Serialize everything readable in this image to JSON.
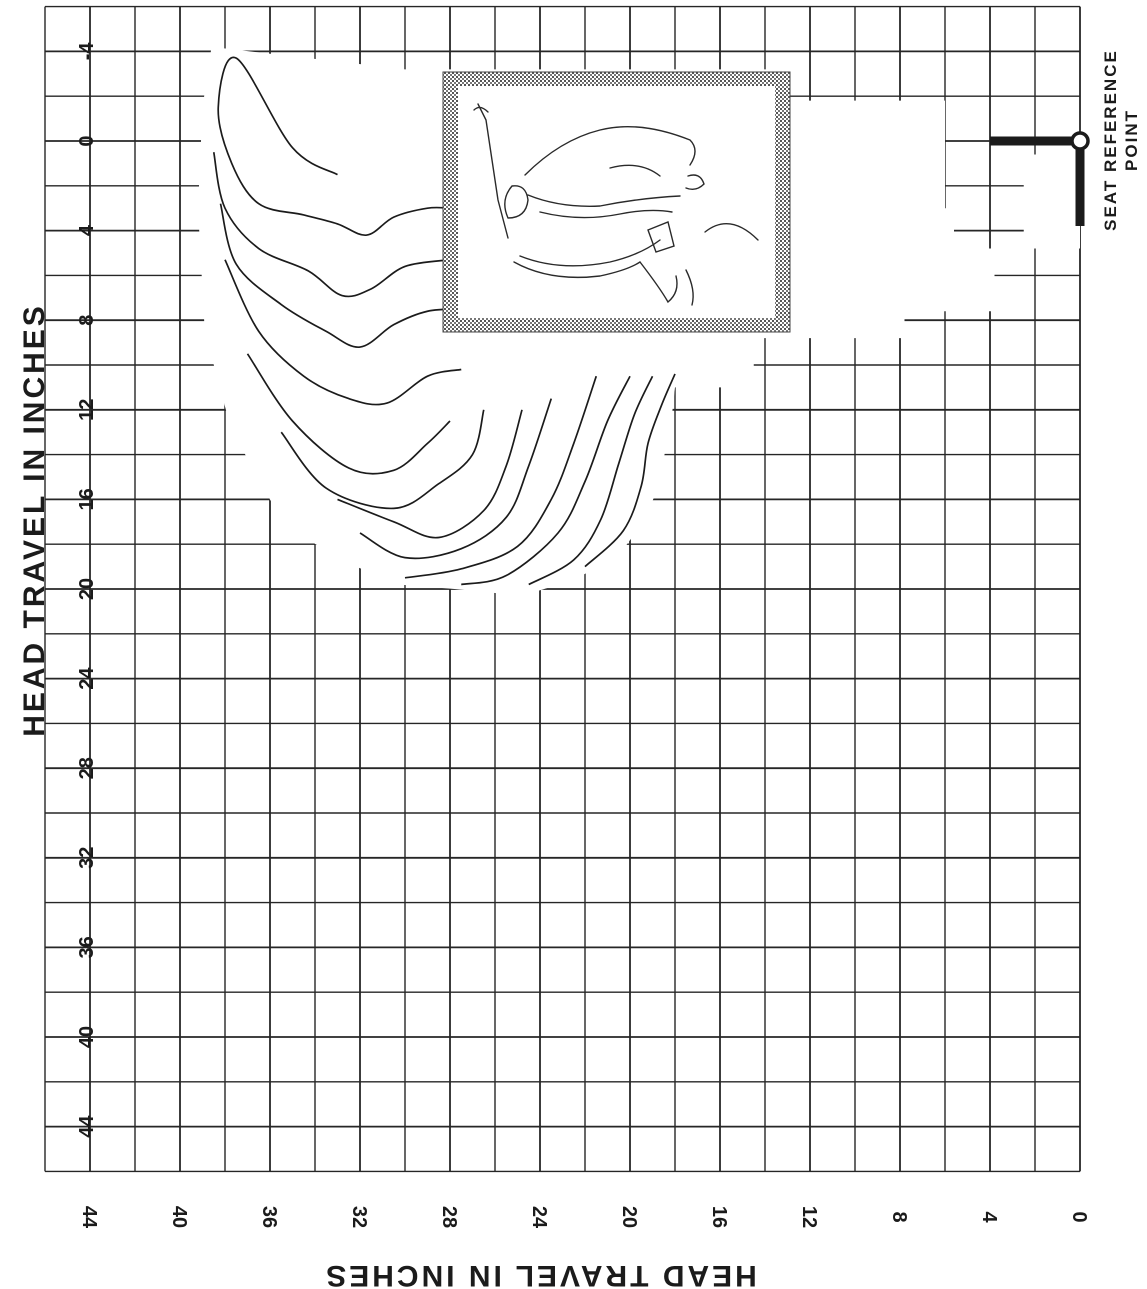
{
  "chart_data": {
    "type": "line",
    "title": "",
    "xlabel": "HEAD TRAVEL IN INCHES",
    "ylabel": "HEAD TRAVEL IN INCHES",
    "x_ticks": [
      "44",
      "40",
      "36",
      "32",
      "28",
      "24",
      "20",
      "16",
      "12",
      "8",
      "4",
      "0"
    ],
    "y_ticks": [
      "-4",
      "0",
      "4",
      "8",
      "12",
      "16",
      "20",
      "24",
      "28",
      "32",
      "36",
      "40",
      "44"
    ],
    "xlim": [
      46,
      0
    ],
    "ylim": [
      -6,
      46
    ],
    "grid": true,
    "reference_label": [
      "SEAT REFERENCE",
      "POINT"
    ],
    "reference_point": [
      0,
      0
    ],
    "series": [
      {
        "values": [
          [
            33.0,
            1.5
          ],
          [
            35.0,
            0.3
          ],
          [
            37.5,
            -3.7
          ],
          [
            38.3,
            -1.5
          ],
          [
            37.7,
            1.0
          ],
          [
            36.5,
            2.8
          ],
          [
            34.5,
            3.3
          ],
          [
            33.0,
            3.7
          ],
          [
            31.7,
            4.2
          ],
          [
            30.5,
            3.4
          ],
          [
            29.0,
            3.0
          ],
          [
            28.0,
            3.0
          ]
        ]
      },
      {
        "values": [
          [
            38.5,
            0.5
          ],
          [
            38.0,
            3.0
          ],
          [
            36.5,
            4.8
          ],
          [
            34.3,
            5.8
          ],
          [
            32.8,
            6.9
          ],
          [
            31.5,
            6.6
          ],
          [
            30.0,
            5.6
          ],
          [
            28.0,
            5.3
          ]
        ]
      },
      {
        "values": [
          [
            38.2,
            2.8
          ],
          [
            37.5,
            5.5
          ],
          [
            35.5,
            7.3
          ],
          [
            33.5,
            8.5
          ],
          [
            32.0,
            9.2
          ],
          [
            30.5,
            8.2
          ],
          [
            29.0,
            7.6
          ],
          [
            27.5,
            7.5
          ]
        ]
      },
      {
        "values": [
          [
            38.0,
            5.3
          ],
          [
            36.5,
            8.5
          ],
          [
            34.5,
            10.5
          ],
          [
            32.5,
            11.5
          ],
          [
            30.8,
            11.7
          ],
          [
            29.0,
            10.5
          ],
          [
            27.5,
            10.2
          ]
        ]
      },
      {
        "values": [
          [
            37.0,
            9.5
          ],
          [
            35.0,
            12.5
          ],
          [
            32.5,
            14.6
          ],
          [
            30.5,
            14.7
          ],
          [
            29.0,
            13.5
          ],
          [
            28.0,
            12.5
          ]
        ]
      },
      {
        "values": [
          [
            35.5,
            13.0
          ],
          [
            33.5,
            15.5
          ],
          [
            30.5,
            16.4
          ],
          [
            28.5,
            15.3
          ],
          [
            27.0,
            14.0
          ],
          [
            26.5,
            12.0
          ]
        ]
      },
      {
        "values": [
          [
            33.0,
            16.0
          ],
          [
            30.5,
            17.0
          ],
          [
            28.5,
            17.7
          ],
          [
            26.5,
            16.5
          ],
          [
            25.5,
            14.5
          ],
          [
            24.8,
            12.0
          ]
        ]
      },
      {
        "values": [
          [
            32.0,
            17.5
          ],
          [
            30.0,
            18.6
          ],
          [
            27.5,
            18.2
          ],
          [
            25.5,
            16.8
          ],
          [
            24.5,
            14.5
          ],
          [
            23.5,
            11.5
          ]
        ]
      },
      {
        "values": [
          [
            30.0,
            19.5
          ],
          [
            27.5,
            19.1
          ],
          [
            25.0,
            18.1
          ],
          [
            23.5,
            16.0
          ],
          [
            22.5,
            13.5
          ],
          [
            21.5,
            10.5
          ]
        ]
      },
      {
        "values": [
          [
            27.5,
            19.8
          ],
          [
            25.5,
            19.4
          ],
          [
            23.2,
            17.5
          ],
          [
            22.0,
            15.2
          ],
          [
            21.0,
            12.5
          ],
          [
            20.0,
            10.5
          ]
        ]
      },
      {
        "values": [
          [
            24.5,
            19.8
          ],
          [
            22.5,
            18.7
          ],
          [
            21.3,
            16.9
          ],
          [
            20.5,
            14.4
          ],
          [
            19.8,
            12.2
          ],
          [
            19.0,
            10.5
          ]
        ]
      },
      {
        "values": [
          [
            22.0,
            19.0
          ],
          [
            20.3,
            17.4
          ],
          [
            19.5,
            15.4
          ],
          [
            19.2,
            13.5
          ],
          [
            18.6,
            11.8
          ],
          [
            18.0,
            10.4
          ]
        ]
      }
    ]
  }
}
